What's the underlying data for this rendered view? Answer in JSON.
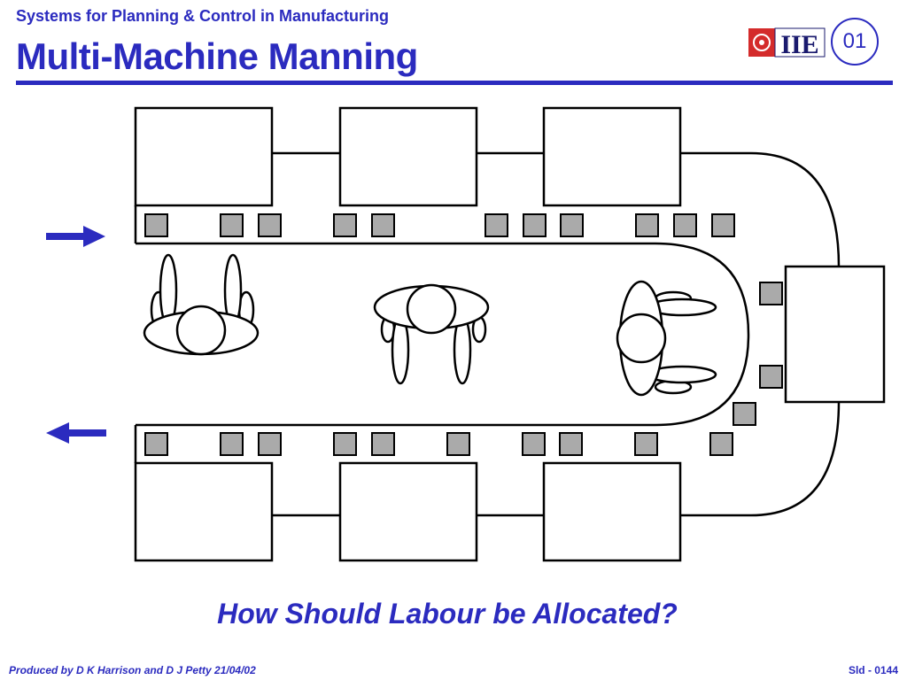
{
  "header": {
    "subtitle": "Systems for Planning & Control in Manufacturing",
    "title": "Multi-Machine Manning",
    "logo_text": "IIE",
    "badge": "01"
  },
  "question": "How Should Labour be Allocated?",
  "footer": {
    "left": "Produced by D K Harrison and D J Petty 21/04/02",
    "right": "Sld - 0144"
  },
  "colors": {
    "accent": "#2b2bbf",
    "logo_red": "#d42b2b",
    "part_fill": "#aaaaaa"
  },
  "icons": {
    "in_arrow": "arrow-right-icon",
    "out_arrow": "arrow-left-icon",
    "worker": "worker-top-view-icon"
  }
}
